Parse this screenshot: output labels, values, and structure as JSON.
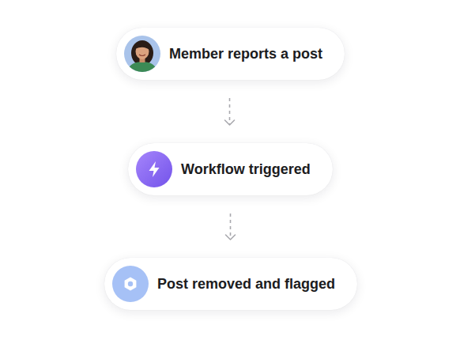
{
  "diagram": {
    "nodes": [
      {
        "text": [
          "Member reports a post"
        ]
      },
      {
        "text": [
          "Workflow triggered"
        ]
      },
      {
        "text": [
          "Post removed and flagged"
        ]
      }
    ],
    "edges": [
      {
        "from": 0,
        "to": 1,
        "arrow": "to"
      },
      {
        "from": 1,
        "to": 2,
        "arrow": "to"
      }
    ]
  }
}
